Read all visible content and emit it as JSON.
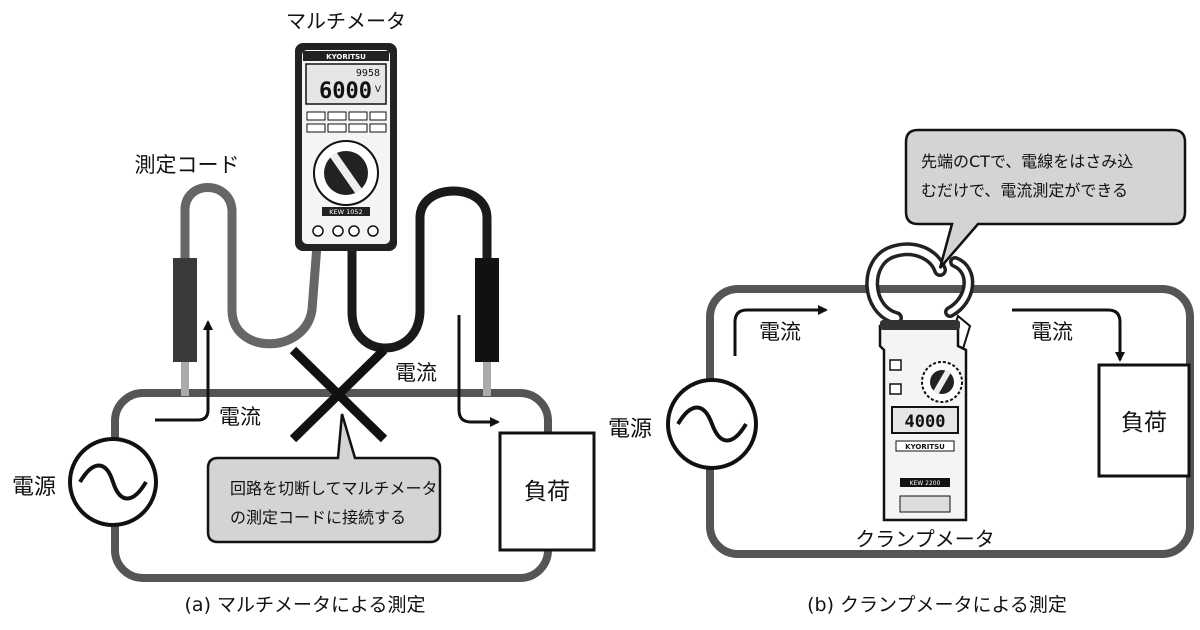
{
  "panel_a": {
    "caption": "(a) マルチメータによる測定",
    "multimeter_label": "マルチメータ",
    "lead_label": "測定コード",
    "current_left": "電流",
    "current_right": "電流",
    "power_label": "電源",
    "load_label": "負荷",
    "callout_line1": "回路を切断してマルチメータ",
    "callout_line2": "の測定コードに接続する",
    "meter": {
      "brand": "KYORITSU",
      "reading_main": "6000",
      "reading_unit": "V",
      "reading_sub": "9958",
      "model": "KEW 1052"
    }
  },
  "panel_b": {
    "caption": "(b) クランプメータによる測定",
    "clamp_label": "クランプメータ",
    "current_left": "電流",
    "current_right": "電流",
    "power_label": "電源",
    "load_label": "負荷",
    "callout_line1": "先端のCTで、電線をはさみ込",
    "callout_line2": "むだけで、電流測定ができる",
    "meter": {
      "brand": "KYORITSU",
      "reading": "4000",
      "model": "KEW 2200"
    }
  }
}
